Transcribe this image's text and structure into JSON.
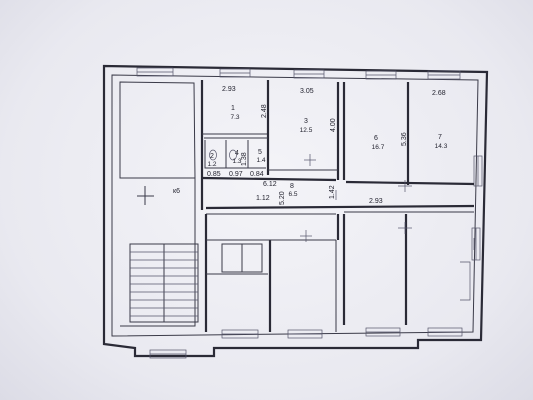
{
  "plan": {
    "dimensions": {
      "top_left_width": "2.93",
      "top_mid_width": "3.05",
      "top_right_width": "2.68",
      "room1_depth": "2.48",
      "room3_depth": "4.00",
      "room8_depth": "5.36",
      "corridor_length": "6.12",
      "corridor_right": "2.93",
      "corridor_small": "1.12",
      "corridor_depth": "5.20",
      "small_depth": "1.42",
      "wc_depth": "1.38",
      "wc1_width": "0.85",
      "wc2_width": "0.97",
      "wc3_width": "0.84"
    },
    "rooms": [
      {
        "number": "1",
        "area": "7.3"
      },
      {
        "number": "3",
        "area": "12.5"
      },
      {
        "number": "6",
        "area": "16.7"
      },
      {
        "number": "7",
        "area": "14.3"
      },
      {
        "number": "2",
        "area": "1.2"
      },
      {
        "number": "4",
        "area": "1.3"
      },
      {
        "number": "5",
        "area": "1.4"
      },
      {
        "number": "8",
        "area": "6.5"
      }
    ],
    "stair_label": "к6"
  }
}
